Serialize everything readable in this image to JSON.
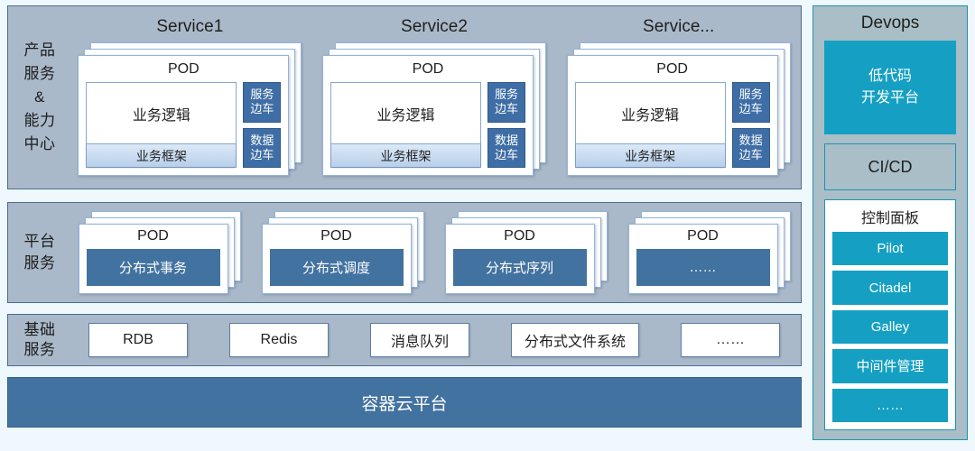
{
  "bands": {
    "product": {
      "label": "产品\n服务\n&\n能力\n中心",
      "services": [
        {
          "title": "Service1",
          "pod_title": "POD",
          "logic": "业务逻辑",
          "framework": "业务框架",
          "sidecars": [
            "服务\n边车",
            "数据\n边车"
          ]
        },
        {
          "title": "Service2",
          "pod_title": "POD",
          "logic": "业务逻辑",
          "framework": "业务框架",
          "sidecars": [
            "服务\n边车",
            "数据\n边车"
          ]
        },
        {
          "title": "Service...",
          "pod_title": "POD",
          "logic": "业务逻辑",
          "framework": "业务框架",
          "sidecars": [
            "服务\n边车",
            "数据\n边车"
          ]
        }
      ]
    },
    "platform": {
      "label": "平台\n服务",
      "pods": [
        {
          "pod_title": "POD",
          "name": "分布式事务"
        },
        {
          "pod_title": "POD",
          "name": "分布式调度"
        },
        {
          "pod_title": "POD",
          "name": "分布式序列"
        },
        {
          "pod_title": "POD",
          "name": "……"
        }
      ]
    },
    "infra": {
      "label": "基础\n服务",
      "items": [
        "RDB",
        "Redis",
        "消息队列",
        "分布式文件系统",
        "……"
      ]
    },
    "cloud": {
      "label": "容器云平台"
    }
  },
  "devops": {
    "title": "Devops",
    "lowcode": "低代码\n开发平台",
    "cicd": "CI/CD",
    "control_panel": {
      "title": "控制面板",
      "items": [
        "Pilot",
        "Citadel",
        "Galley",
        "中间件管理",
        "……"
      ]
    }
  },
  "colors": {
    "background": "#eef8fd",
    "band_fill": "#aab9c9",
    "band_border": "#4a6c94",
    "pod_card": "#ffffff",
    "sidecar_blue": "#3e6ea5",
    "platform_blue": "#4272a0",
    "cloud_blue": "#4272a0",
    "devops_cyan": "#15a0c3",
    "devops_panel": "#a9bec6",
    "devops_border": "#1d93b5"
  }
}
